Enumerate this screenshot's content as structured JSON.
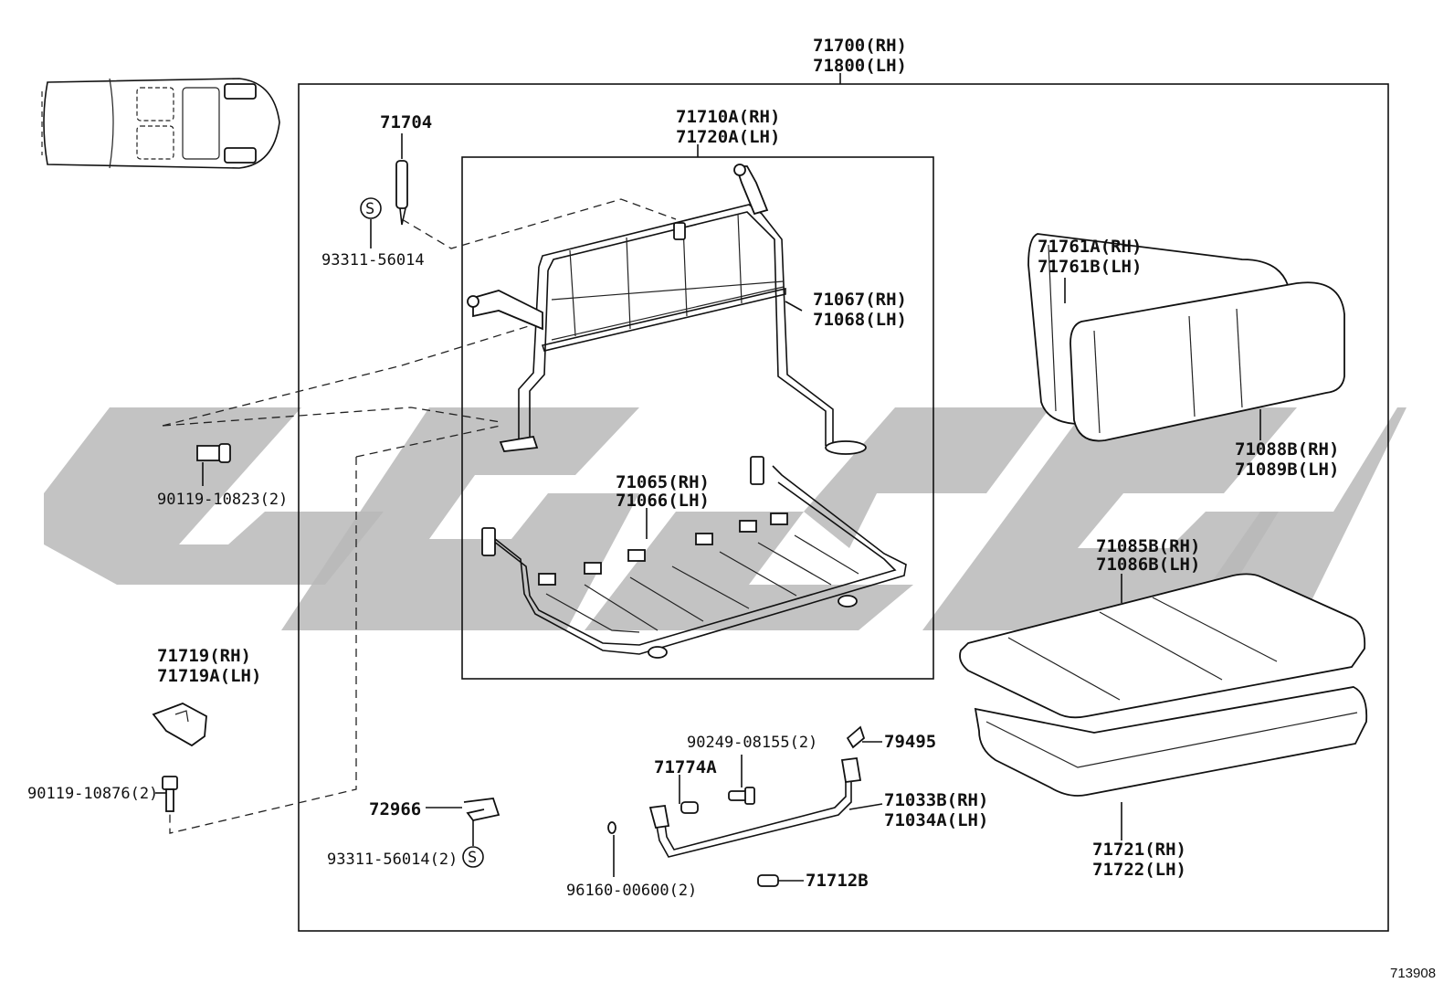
{
  "watermark": {
    "brand_logo": "stylized gray logo watermark",
    "color": "#b9b9b9"
  },
  "vehicle_icon": "vehicle-top-view-icon",
  "labels": {
    "assy_rh": "71700(RH)",
    "assy_lh": "71800(LH)",
    "p71704": "71704",
    "clip_93311": "93311-56014",
    "frame_rh": "71710A(RH)",
    "frame_lh": "71720A(LH)",
    "pipe_rh": "71067(RH)",
    "pipe_lh": "71068(LH)",
    "back_pad_rh": "71761A(RH)",
    "back_pad_lh": "71761B(LH)",
    "back_cover_rh": "71088B(RH)",
    "back_cover_lh": "71089B(LH)",
    "bolt_90119_10823": "90119-10823(2)",
    "spring_rh": "71065(RH)",
    "spring_lh": "71066(LH)",
    "cush_cover_rh": "71085B(RH)",
    "cush_cover_lh": "71086B(LH)",
    "hinge_cover_rh": "71719(RH)",
    "hinge_cover_lh": "71719A(LH)",
    "pin_90249": "90249-08155(2)",
    "p79495": "79495",
    "p71774a": "71774A",
    "bolt_90119_10876": "90119-10876(2)",
    "p72966": "72966",
    "clip_93311_2": "93311-56014(2)",
    "leg_rh": "71033B(RH)",
    "leg_lh": "71034A(LH)",
    "cush_pad_rh": "71721(RH)",
    "cush_pad_lh": "71722(LH)",
    "washer_96160": "96160-00600(2)",
    "p71712b": "71712B",
    "s_mark_1": "S",
    "s_mark_2": "S",
    "diagram_ref": "713908"
  }
}
